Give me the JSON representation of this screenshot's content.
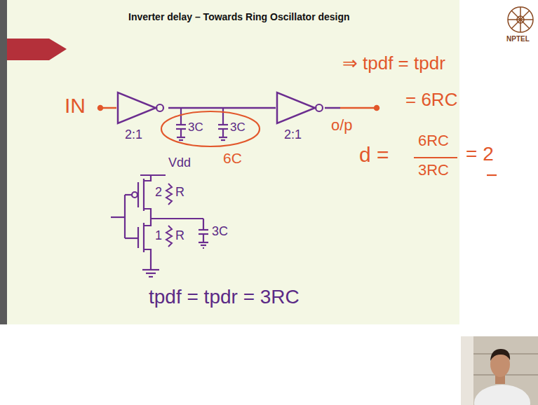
{
  "diagram": {
    "title": "Inverter delay – Towards Ring Oscillator design",
    "nodes": [
      {
        "text": [
          "2:1"
        ]
      },
      {
        "text": [
          "2:1"
        ]
      }
    ],
    "edges": [
      {
        "from": 0,
        "to": 1,
        "arrow": "none"
      }
    ],
    "labels": [
      "IN",
      "3C",
      "3C",
      "6C",
      "o/p",
      "⇒ tpdf = tpdr",
      "= 6RC",
      "d =",
      "6RC",
      "3RC",
      "= 2",
      "Vdd",
      "2",
      "R",
      "1",
      "R",
      "3C",
      "tpdf = tpdr = 3RC",
      "NPTEL"
    ]
  }
}
